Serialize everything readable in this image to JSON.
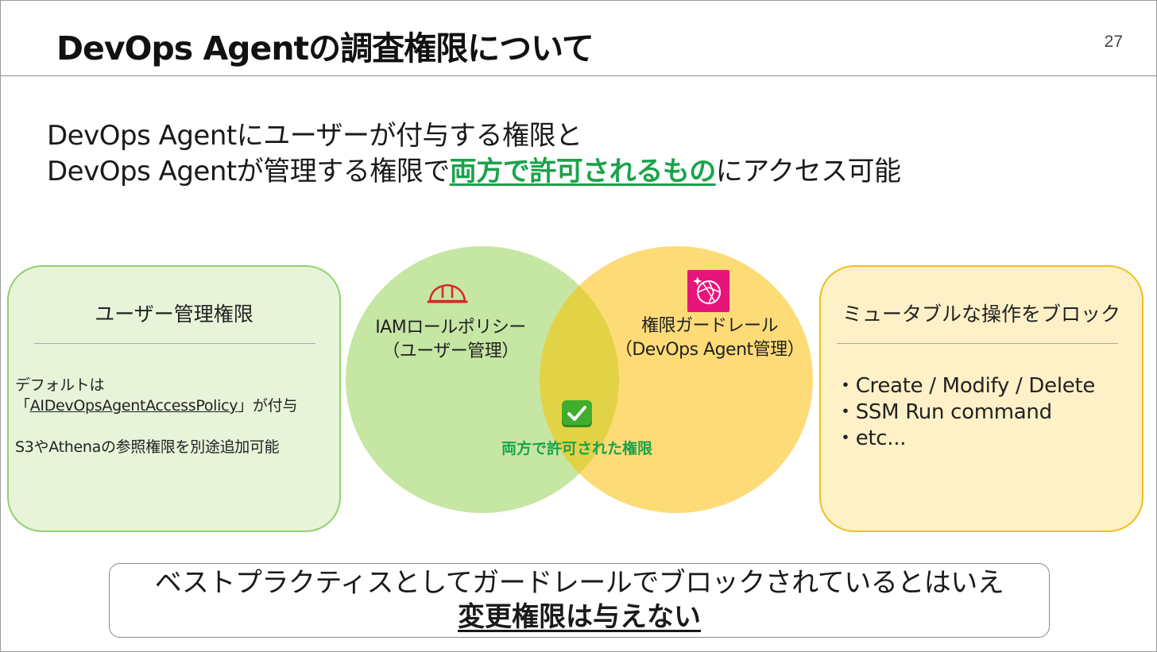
{
  "header": {
    "title": "DevOps Agentの調査権限について",
    "page_number": "27"
  },
  "lead": {
    "line1": "DevOps Agentにユーザーが付与する権限と",
    "line2_prefix": "DevOps Agentが管理する権限で",
    "line2_emphasis": "両方で許可されるもの",
    "line2_suffix": "にアクセス可能"
  },
  "left_box": {
    "title": "ユーザー管理権限",
    "line1": "デフォルトは",
    "line2_open": "「",
    "policy_name": "AIDevOpsAgentAccessPolicy",
    "line2_close": "」が付与",
    "line3": "S3やAthenaの参照権限を別途追加可能"
  },
  "venn": {
    "left_label_1": "IAMロールポリシー",
    "left_label_2": "（ユーザー管理）",
    "right_label_1": "権限ガードレール",
    "right_label_2": "（DevOps Agent管理）",
    "overlap_label": "両方で許可された権限",
    "left_icon": "helmet-icon",
    "right_icon": "guardrail-icon",
    "overlap_icon": "check-icon",
    "colors": {
      "left_circle": "#c6e6a4",
      "right_circle": "#fddb77",
      "overlap": "#e2d346",
      "emphasis": "#1aa34a",
      "guardrail_icon_bg": "#e7157b",
      "helmet_icon": "#d6282b"
    }
  },
  "right_box": {
    "title": "ミュータブルな操作をブロック",
    "items": [
      "・Create / Modify / Delete",
      "・SSM Run command",
      "・etc..."
    ]
  },
  "bottom": {
    "line1": "ベストプラクティスとしてガードレールでブロックされているとはいえ",
    "line2": "変更権限は与えない"
  }
}
